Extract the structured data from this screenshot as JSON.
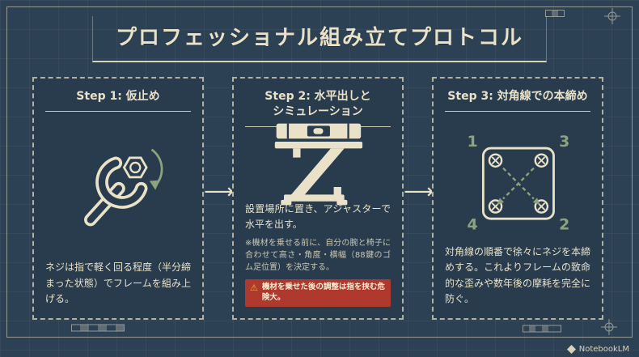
{
  "title": "プロフェッショナル組み立てプロトコル",
  "colors": {
    "background": "#2d4154",
    "panel": "#293c4e",
    "cream": "#e9e2c8",
    "accent_green": "#8ba37e",
    "warning_bg": "#ae392c",
    "warning_icon": "#f2a93b"
  },
  "flow": {
    "arrow": "⟶"
  },
  "steps": [
    {
      "heading": "Step 1: 仮止め",
      "icon": "wrench-icon",
      "body": "ネジは指で軽く回る程度（半分締まった状態）でフレームを組み上げる。"
    },
    {
      "heading": "Step 2: 水平出しと\nシミュレーション",
      "icon": "level-stand-icon",
      "body": "設置場所に置き、アジャスターで水平を出す。",
      "note": "※機材を乗せる前に、自分の腕と椅子に合わせて高さ・角度・横幅（88鍵のゴム足位置）を決定する。",
      "warning_icon": "⚠",
      "warning": "機材を乗せた後の調整は指を挟む危険大。"
    },
    {
      "heading": "Step 3: 対角線での本締め",
      "icon": "diagonal-tightening-icon",
      "body": "対角線の順番で徐々にネジを本締めする。これよりフレームの致命的な歪みや数年後の摩耗を完全に防ぐ。",
      "corners": {
        "top_left": "1",
        "top_right": "3",
        "bottom_left": "4",
        "bottom_right": "2"
      }
    }
  ],
  "footer": {
    "brand": "NotebookLM"
  }
}
